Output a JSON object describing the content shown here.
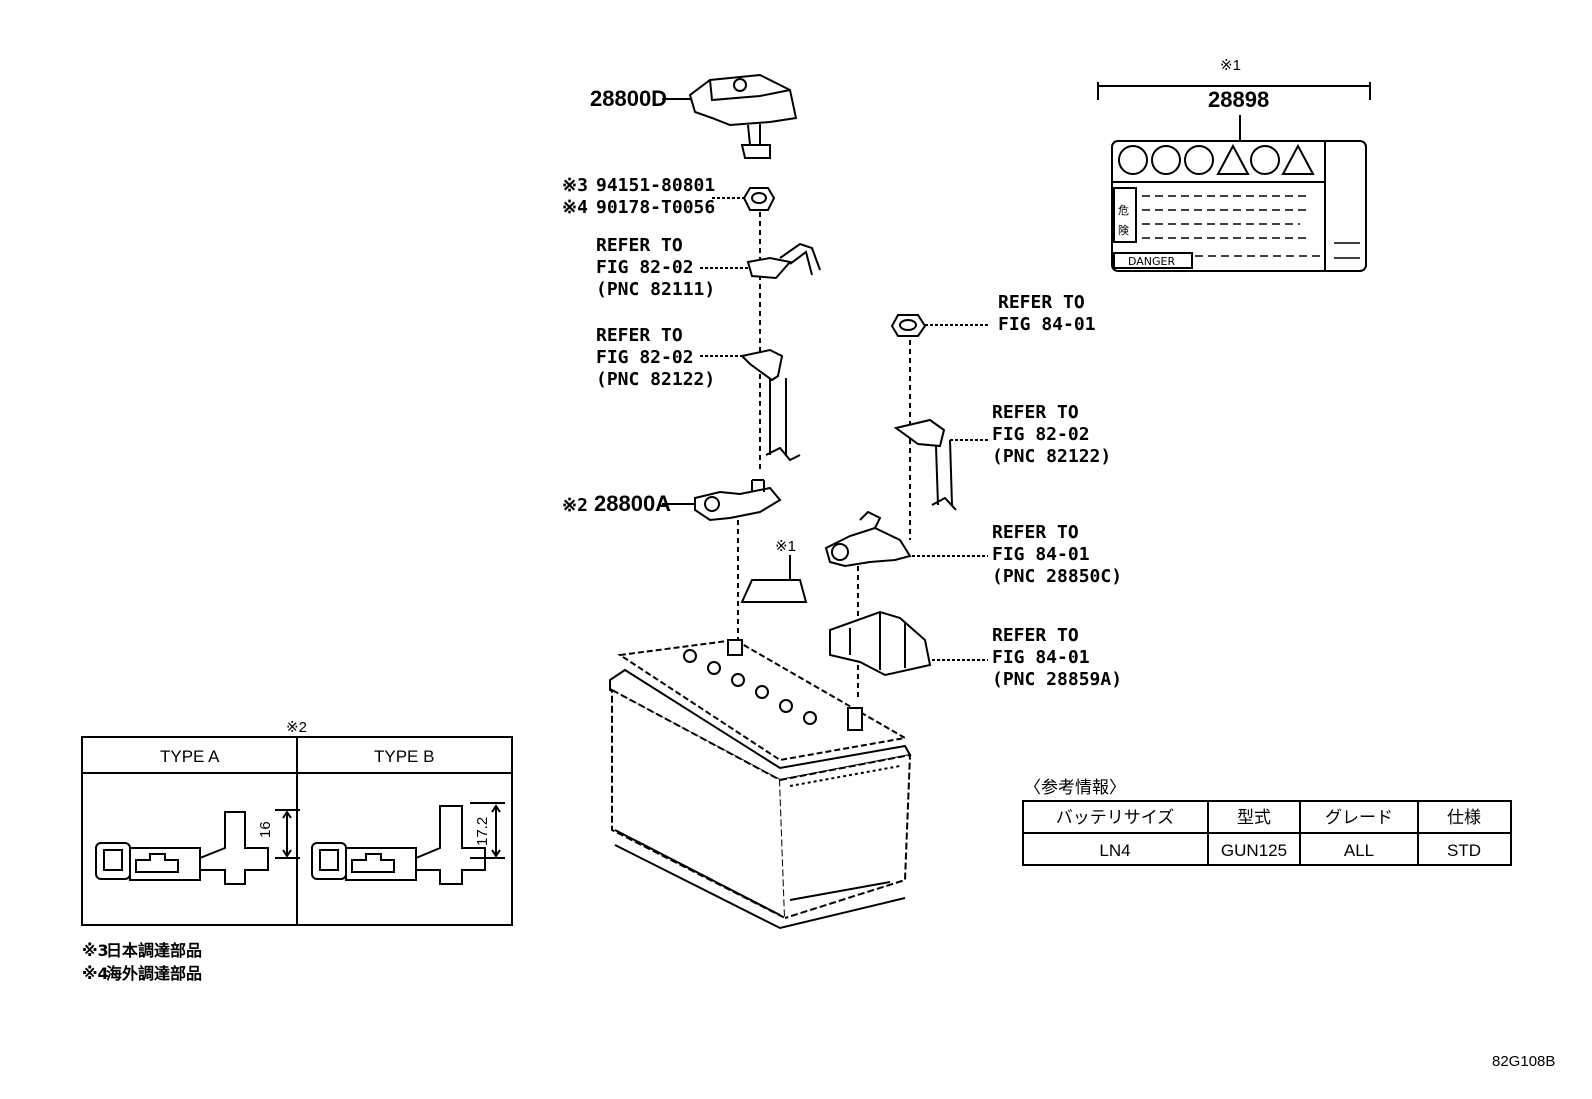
{
  "parts": {
    "p28800D": "28800D",
    "p94151_mark": "※3",
    "p94151": "94151-80801",
    "p90178_mark": "※4",
    "p90178": "90178-T0056",
    "p28800A_mark": "※2",
    "p28800A": "28800A",
    "p28898_mark": "※1",
    "p28898": "28898",
    "battery_label_mark": "※1"
  },
  "refs": {
    "r1": [
      "REFER TO",
      "FIG 82-02",
      "(PNC 82111)"
    ],
    "r2": [
      "REFER TO",
      "FIG 82-02",
      "(PNC 82122)"
    ],
    "r3": [
      "REFER TO",
      "FIG 84-01"
    ],
    "r4": [
      "REFER TO",
      "FIG 82-02",
      "(PNC 82122)"
    ],
    "r5": [
      "REFER TO",
      "FIG 84-01",
      "(PNC 28850C)"
    ],
    "r6": [
      "REFER TO",
      "FIG 84-01",
      "(PNC 28859A)"
    ]
  },
  "warning_label": {
    "kanji": [
      "危",
      "険"
    ],
    "danger": "DANGER"
  },
  "type_box": {
    "mark": "※2",
    "type_a": "TYPE A",
    "type_b": "TYPE B",
    "dim_a": "16",
    "dim_b": "17.2"
  },
  "notes": [
    {
      "mark": "※3",
      "text": "日本調達部品"
    },
    {
      "mark": "※4",
      "text": "海外調達部品"
    }
  ],
  "ref_info": {
    "title": "〈参考情報〉",
    "headers": [
      "バッテリサイズ",
      "型式",
      "グレード",
      "仕様"
    ],
    "row": [
      "LN4",
      "GUN125",
      "ALL",
      "STD"
    ]
  },
  "figure_id": "82G108B"
}
